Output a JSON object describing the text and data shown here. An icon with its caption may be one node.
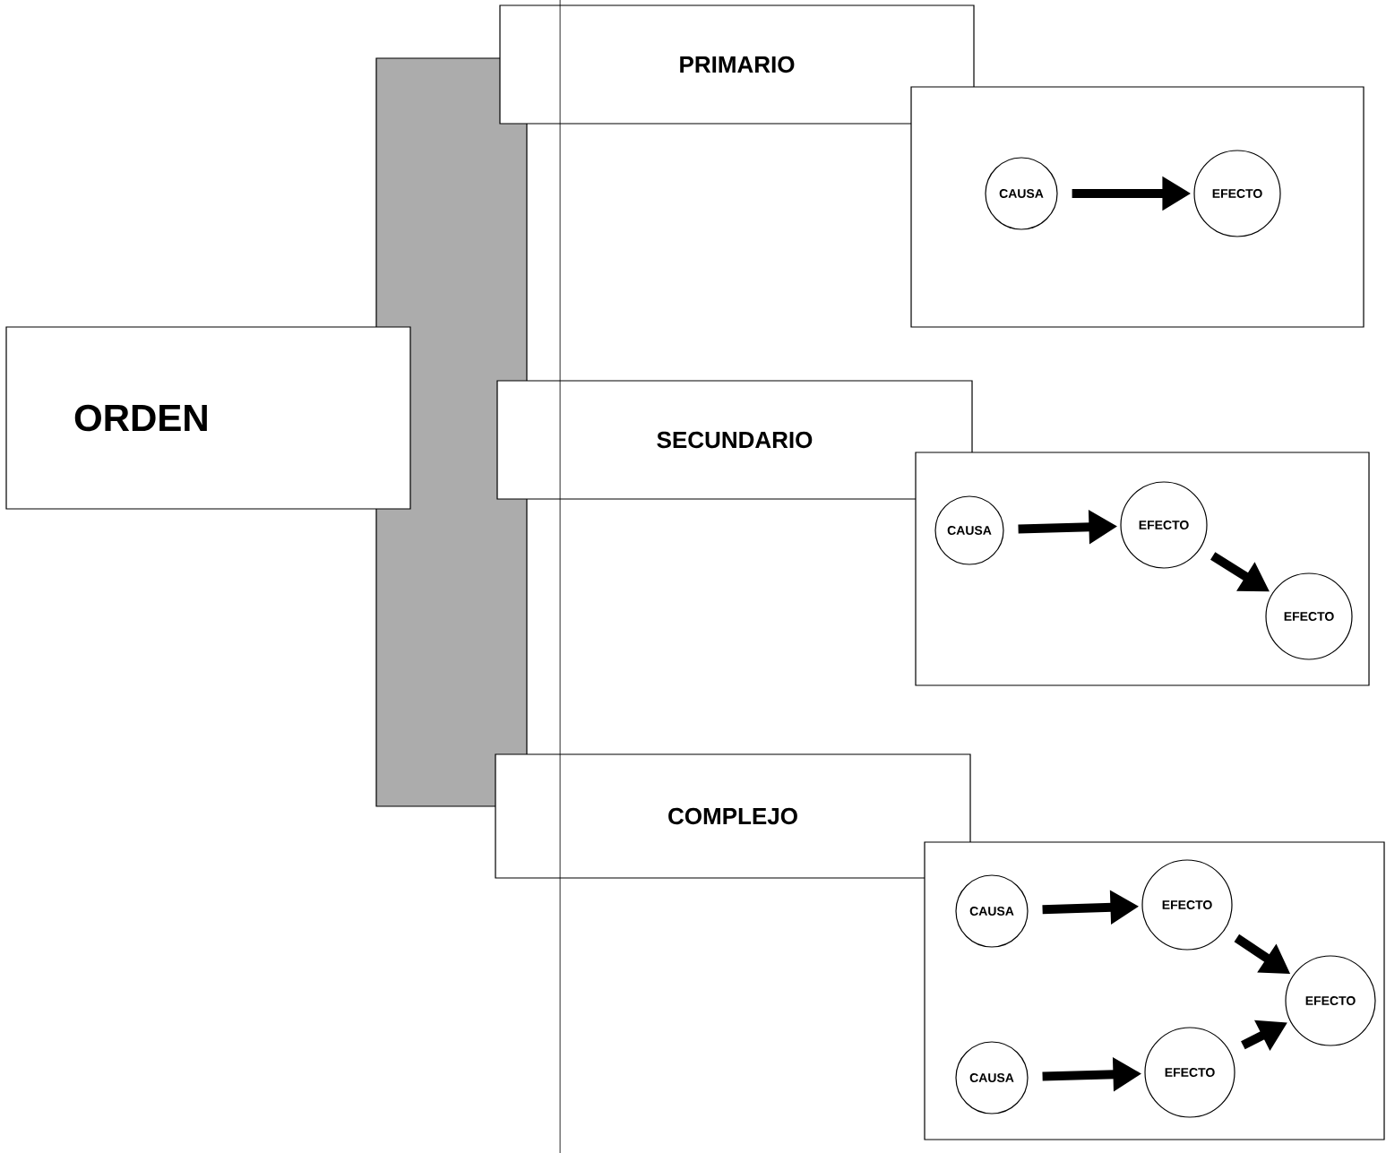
{
  "diagram": {
    "nodes": [
      {
        "text": [
          "ORDEN"
        ]
      },
      {
        "text": [
          "PRIMARIO"
        ]
      },
      {
        "text": [],
        "shape": "box"
      },
      {
        "text": [
          "CAUSA"
        ],
        "in": 2
      },
      {
        "text": [
          "EFECTO"
        ],
        "in": 2
      },
      {
        "text": [
          "SECUNDARIO"
        ]
      },
      {
        "text": [],
        "shape": "box"
      },
      {
        "text": [
          "CAUSA"
        ],
        "in": 6
      },
      {
        "text": [
          "EFECTO"
        ],
        "in": 6
      },
      {
        "text": [
          "EFECTO"
        ],
        "in": 6
      },
      {
        "text": [
          "COMPLEJO"
        ]
      },
      {
        "text": [],
        "shape": "box"
      },
      {
        "text": [
          "CAUSA"
        ],
        "in": 11
      },
      {
        "text": [
          "EFECTO"
        ],
        "in": 11
      },
      {
        "text": [
          "EFECTO"
        ],
        "in": 11
      },
      {
        "text": [
          "CAUSA"
        ],
        "in": 11
      },
      {
        "text": [
          "EFECTO"
        ],
        "in": 11
      },
      {
        "text": [],
        "shape": "bar"
      }
    ],
    "edges": [
      {
        "from": 3,
        "to": 4,
        "arrow": "to"
      },
      {
        "from": 7,
        "to": 8,
        "arrow": "to"
      },
      {
        "from": 8,
        "to": 9,
        "arrow": "to"
      },
      {
        "from": 12,
        "to": 13,
        "arrow": "to"
      },
      {
        "from": 13,
        "to": 14,
        "arrow": "to"
      },
      {
        "from": 15,
        "to": 16,
        "arrow": "to"
      },
      {
        "from": 16,
        "to": 14,
        "arrow": "to"
      }
    ]
  }
}
